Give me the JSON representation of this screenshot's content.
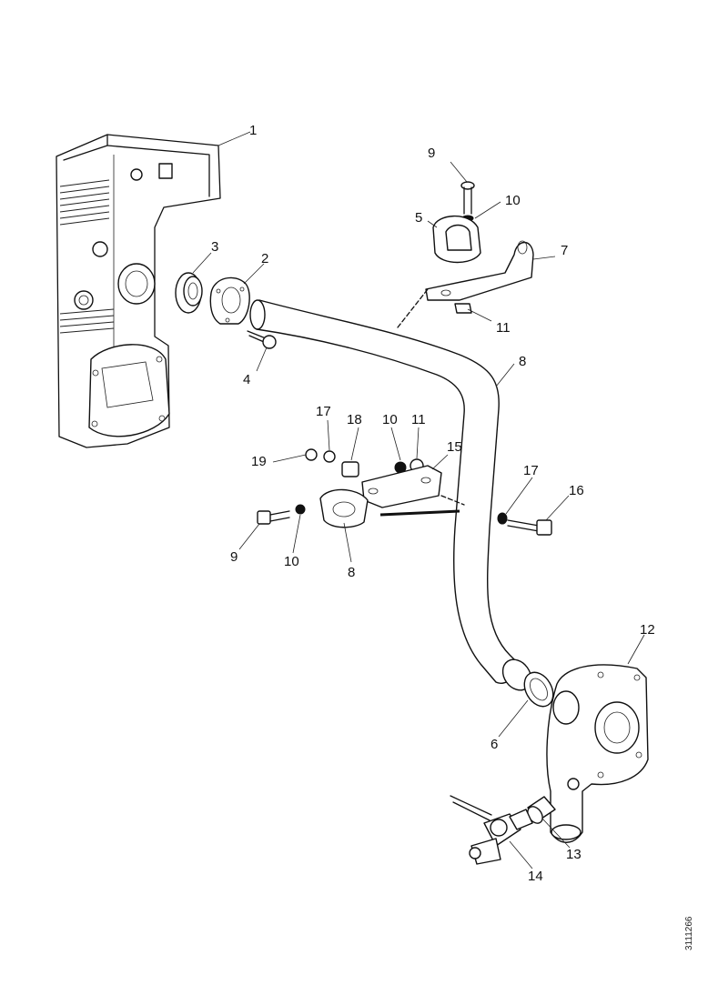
{
  "callouts": {
    "c1": "1",
    "c2": "2",
    "c3": "3",
    "c4": "4",
    "c5": "5",
    "c6": "6",
    "c7": "7",
    "c8a": "8",
    "c8b": "8",
    "c9a": "9",
    "c9b": "9",
    "c10a": "10",
    "c10b": "10",
    "c10c": "10",
    "c11a": "11",
    "c11b": "11",
    "c12": "12",
    "c13": "13",
    "c14": "14",
    "c15": "15",
    "c16": "16",
    "c17a": "17",
    "c17b": "17",
    "c18": "18",
    "c19": "19"
  },
  "reference_code": "3111266"
}
